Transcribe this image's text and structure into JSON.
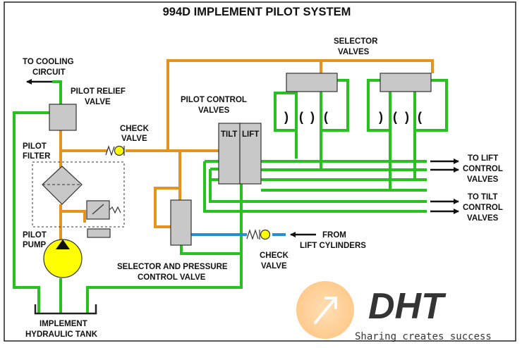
{
  "title": "994D IMPLEMENT PILOT SYSTEM",
  "colors": {
    "green_line": "#27c21f",
    "orange_line": "#e8921e",
    "blue_line": "#1e90dc",
    "valve_gray": "#c8c8c8",
    "pump_yellow": "#ffff00",
    "border": "#222222"
  },
  "labels": {
    "to_cooling_1": "TO COOLING",
    "to_cooling_2": "CIRCUIT",
    "relief_1": "PILOT RELIEF",
    "relief_2": "VALVE",
    "check_top_1": "CHECK",
    "check_top_2": "VALVE",
    "filter_1": "PILOT",
    "filter_2": "FILTER",
    "pump_1": "PILOT",
    "pump_2": "PUMP",
    "tank_1": "IMPLEMENT",
    "tank_2": "HYDRAULIC TANK",
    "pilot_control_1": "PILOT CONTROL",
    "pilot_control_2": "VALVES",
    "tilt": "TILT",
    "lift": "LIFT",
    "selector_1": "SELECTOR",
    "selector_2": "VALVES",
    "to_lift_1": "TO LIFT",
    "to_lift_2": "CONTROL",
    "to_lift_3": "VALVES",
    "to_tilt_1": "TO TILT",
    "to_tilt_2": "CONTROL",
    "to_tilt_3": "VALVES",
    "from_lift_1": "FROM",
    "from_lift_2": "LIFT CYLINDERS",
    "check_bottom_1": "CHECK",
    "check_bottom_2": "VALVE",
    "selector_pressure_1": "SELECTOR AND PRESSURE",
    "selector_pressure_2": "CONTROL VALVE"
  },
  "watermark": {
    "logo": "DHT",
    "tagline": "Sharing creates success"
  }
}
